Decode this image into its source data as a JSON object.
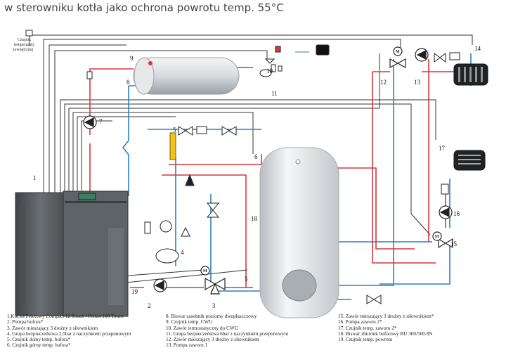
{
  "caption": "w sterowniku kotła jako ochrona powrotu temp. 55°C",
  "sensor_label": [
    "Czujnik",
    "temperatury",
    "zewnętrznej"
  ],
  "numbers": {
    "n1": "1",
    "n2": "2",
    "n3": "3",
    "n4": "4",
    "n5a": "5",
    "n5b": "5",
    "n6": "6",
    "n7": "7",
    "n8": "8",
    "n9": "9",
    "n10": "10",
    "n11": "11",
    "n12": "12",
    "n13": "13",
    "n14": "14",
    "n15": "15",
    "n16": "16",
    "n17": "17",
    "n18": "18",
    "n19": "19"
  },
  "motor_symbol": "M",
  "legend": {
    "col1": [
      "1.Kocioł Peletowy Compact 12 Touch / Pellux 100 Touch",
      "2. Pompa bufora*",
      "3. Zawór mieszający 3 drożny z siłownikiem",
      "4. Grupa bezpieczeństwa 2,5bar z naczynkiem przeponowym",
      "5. Czujnik dolny temp. bufora*",
      "6. Czujnik górny temp. bufora*"
    ],
    "col2": [
      "8. Biswar zasobnik poziomy dwupłaszczowy",
      "9. Czujnik temp. CWU",
      "10. Zawór termostatyczny do CWU",
      "11. Grupa bezpieczeństwa 6bar z naczynkiem przeponowym",
      "12. Zawór mieszający 3 drożny z siłownikiem",
      "13. Pompa zaworu 1"
    ],
    "col3": [
      "15. Zawór mieszający 3 drożny z siłownikiem*",
      "16. Pompa zaworu 2*",
      "17. Czujnik temp. zaworu 2*",
      "18. Biswar zbiornik buforowy BU 300/500.8N",
      "19. Czujnik temp. powrotu"
    ]
  },
  "colors": {
    "supply": "#d9363e",
    "return": "#2f7fc1",
    "control": "#333333",
    "boiler": "#55595c"
  }
}
